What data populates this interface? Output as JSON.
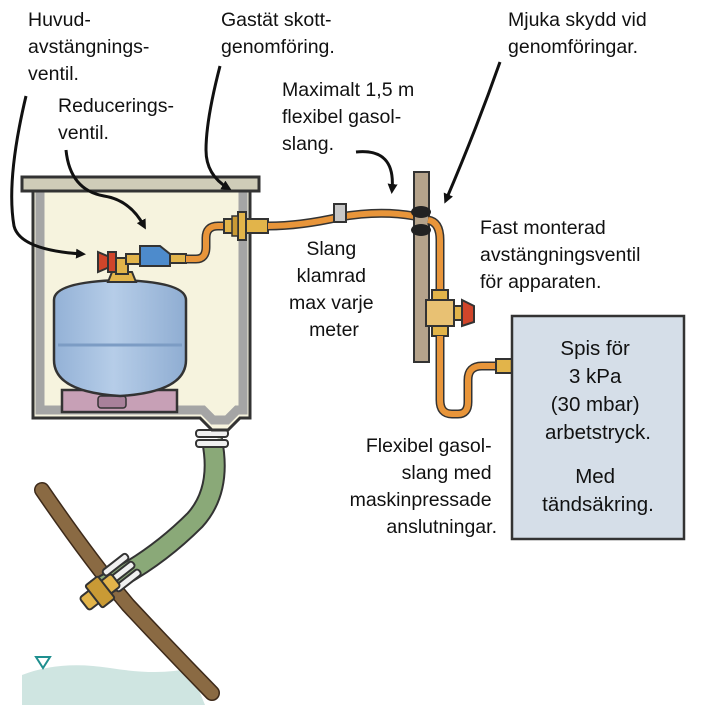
{
  "colors": {
    "cabinet_fill": "#f6f3de",
    "cabinet_wall": "#a5a5a5",
    "tank": "#a9c3e2",
    "tank_base": "#c7a0b6",
    "hose_orange": "#e8953a",
    "hose_green": "#8aa978",
    "pipe_brown": "#8a6a43",
    "valve_red": "#d0452a",
    "regulator_blue": "#4d8bcc",
    "fitting_brass": "#e2b44a",
    "stove_box": "#d5dee8",
    "ground": "#cfe5e1",
    "bulkhead_post": "#b5a38b"
  },
  "labels": {
    "huvud": [
      "Huvud-",
      "avstängnings-",
      "ventil."
    ],
    "reducering": [
      "Reducerings-",
      "ventil."
    ],
    "gastat": [
      "Gastät skott-",
      "genomföring."
    ],
    "mjuka": [
      "Mjuka skydd vid",
      "genomföringar."
    ],
    "maximalt": [
      "Maximalt 1,5 m",
      "flexibel gasol-",
      "slang."
    ],
    "slang_klamrad": [
      "Slang",
      "klamrad",
      "max varje",
      "meter"
    ],
    "fast_monterad": [
      "Fast monterad",
      "avstängningsventil",
      "för apparaten."
    ],
    "flexibel": [
      "Flexibel gasol-",
      "slang med",
      "maskinpressade",
      "anslutningar."
    ],
    "spis": [
      "Spis för",
      "3 kPa",
      "(30 mbar)",
      "arbetstryck."
    ],
    "med": [
      "Med",
      "tändsäkring."
    ]
  }
}
